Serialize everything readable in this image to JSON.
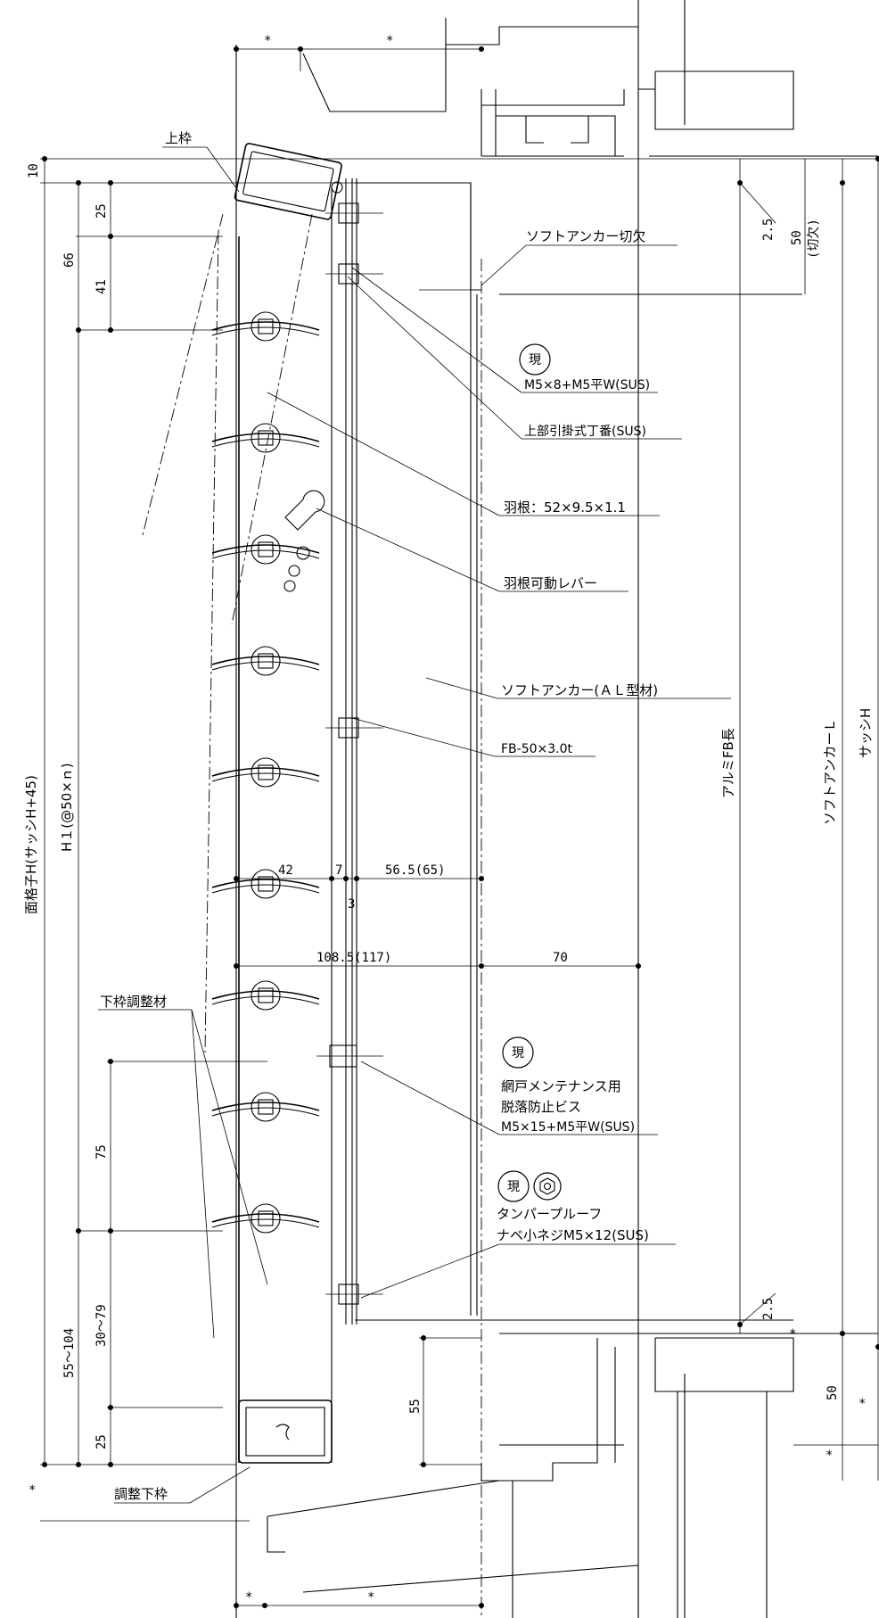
{
  "labels": {
    "top_frame": "上枠",
    "soft_anchor_notch": "ソフトアンカー切欠",
    "current_mark": "現",
    "screw_m5x8": "M5×8+M5平W(SUS)",
    "upper_hinge": "上部引掛式丁番(SUS)",
    "blade": "羽根：52×9.5×1.1",
    "blade_lever": "羽根可動レバー",
    "soft_anchor_al": "ソフトアンカー(ＡＬ型材)",
    "fb": "FB-50×3.0t",
    "lower_frame_adjust": "下枠調整材",
    "screen_line1": "網戸メンテナンス用",
    "screen_line2": "脱落防止ビス",
    "screw_m5x15": "M5×15+M5平W(SUS)",
    "tamper_line1": "タンパープルーフ",
    "tamper_line2": "ナベ小ネジM5×12(SUS)",
    "adjust_bottom": "調整下枠",
    "alumi_fb": "アルミFB長",
    "soft_anchor_l": "ソフトアンカーＬ",
    "sash_h": "サッシH",
    "face_lattice": "面格子H(サッシH+45)",
    "h1": "H１(@50×ｎ)"
  },
  "dims": {
    "d10": "10",
    "d25": "25",
    "d41": "41",
    "d66": "66",
    "d42": "42",
    "d7": "7",
    "d565": "56.5(65)",
    "d3": "3",
    "d1085": "108.5(117)",
    "d70": "70",
    "d75": "75",
    "d3079": "30～79",
    "d55104": "55～104",
    "d55": "55",
    "d25b": "25",
    "d50": "50",
    "d2_5": "2.5",
    "d50cut": "50",
    "cut": "(切欠)",
    "star": "*"
  },
  "icons": {
    "tamper_icon": "hex-socket-icon"
  }
}
